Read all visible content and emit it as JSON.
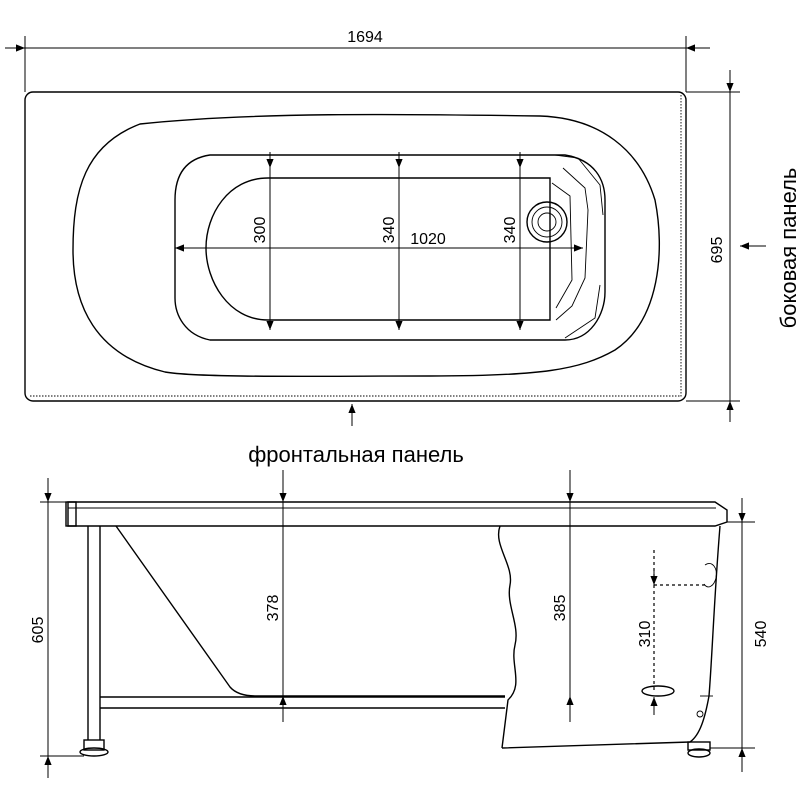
{
  "labels": {
    "front_panel": "фронтальная панель",
    "side_panel": "боковая панель"
  },
  "top_view": {
    "overall_length": "1694",
    "overall_width": "695",
    "inner_length": "1020",
    "width_rear": "300",
    "width_middle": "340",
    "width_drain": "340"
  },
  "side_view": {
    "overall_height": "605",
    "depth_rear": "378",
    "depth_front": "385",
    "overflow_height": "310",
    "shell_height": "540"
  }
}
